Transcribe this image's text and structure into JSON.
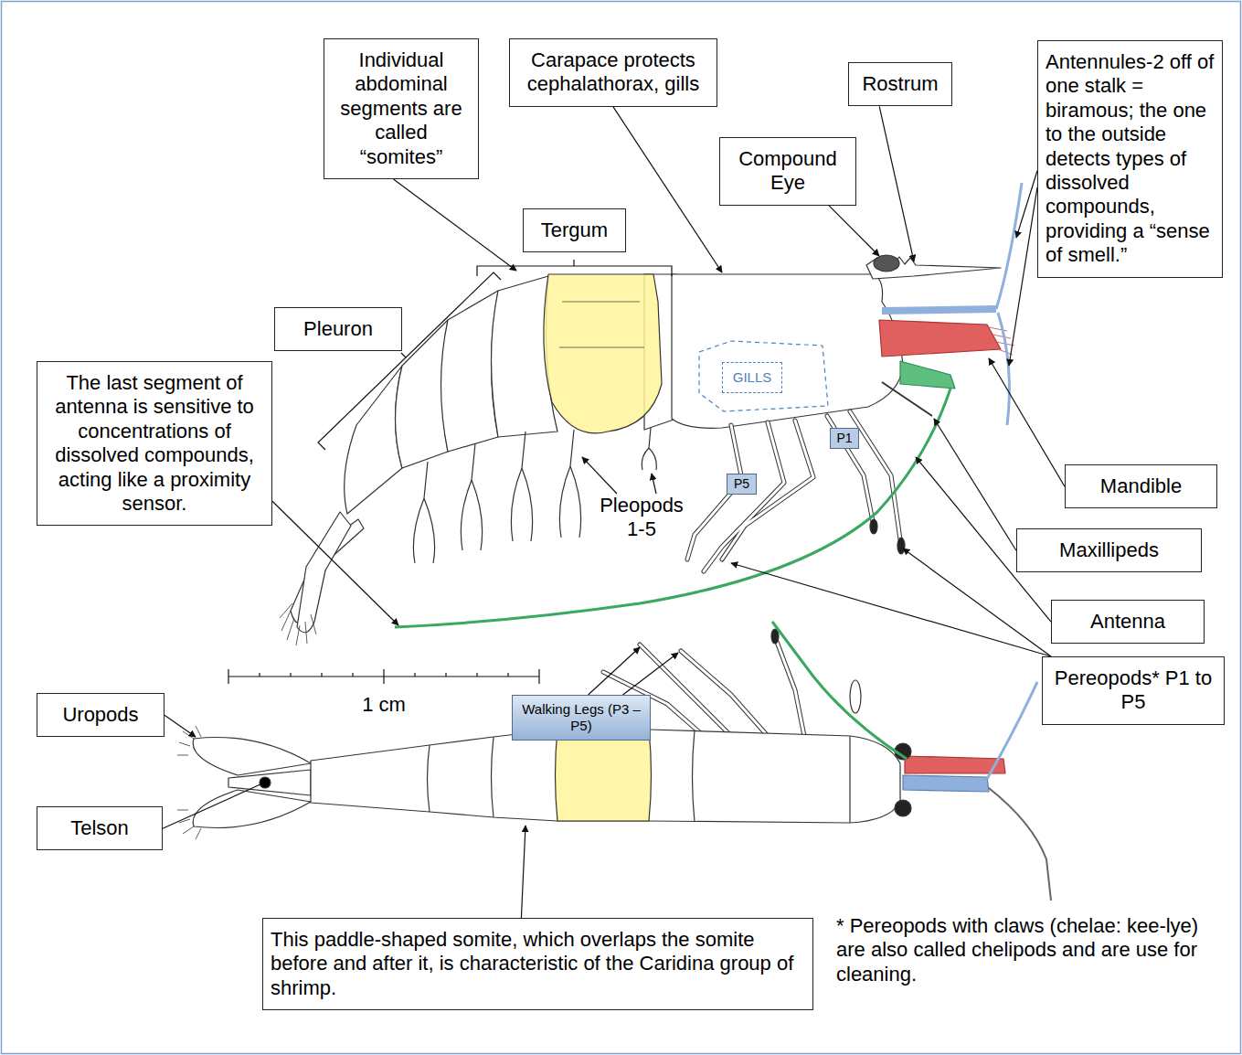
{
  "diagram": {
    "nodes": [
      {
        "text": [
          "Individual abdominal segments are called “somites”"
        ]
      },
      {
        "text": [
          "Carapace protects cephalathorax, gills"
        ]
      },
      {
        "text": [
          "Rostrum"
        ]
      },
      {
        "text": [
          "Antennules-2 off of one stalk = biramous; the one to the outside detects types of dissolved compounds, providing a “sense of smell.”"
        ]
      },
      {
        "text": [
          "Compound Eye"
        ]
      },
      {
        "text": [
          "Tergum"
        ]
      },
      {
        "text": [
          "Pleuron"
        ]
      },
      {
        "text": [
          "The last segment of antenna is sensitive to concentrations of dissolved compounds, acting like a proximity sensor."
        ]
      },
      {
        "text": [
          "GILLS"
        ]
      },
      {
        "text": [
          "P1"
        ]
      },
      {
        "text": [
          "Mandible"
        ]
      },
      {
        "text": [
          "P5"
        ]
      },
      {
        "text": [
          "Maxillipeds"
        ]
      },
      {
        "text": [
          "Antenna"
        ]
      },
      {
        "text": [
          "Pereopods* P1 to P5"
        ]
      },
      {
        "text": [
          "Walking Legs (P3 – P5)"
        ]
      },
      {
        "text": [
          "Uropods"
        ]
      },
      {
        "text": [
          "Telson"
        ]
      },
      {
        "text": [
          "This paddle-shaped somite, which overlaps the somite before and after it, is characteristic of the Caridina group of shrimp."
        ]
      }
    ],
    "labels": [
      "Pleopods 1-5",
      "1 cm",
      "* Pereopods with claws (chelae: kee-lye) are also called chelipods and are use for cleaning."
    ]
  }
}
